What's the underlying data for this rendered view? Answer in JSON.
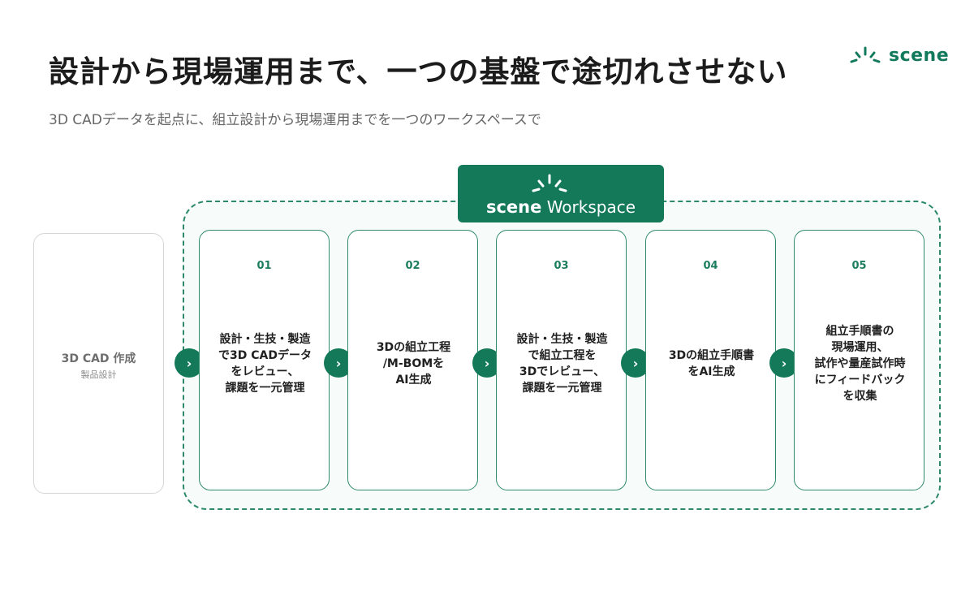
{
  "header": {
    "title": "設計から現場運用まで、一つの基盤で途切れさせない",
    "subtitle": "3D CADデータを起点に、組立設計から現場運用までを一つのワークスペースで"
  },
  "logo": {
    "text": "scene"
  },
  "workspace": {
    "brand": "scene",
    "label": " Workspace"
  },
  "source": {
    "title": "3D CAD 作成",
    "subtitle": "製品設計"
  },
  "steps": [
    {
      "num": "01",
      "text": "設計・生技・製造\nで3D CADデータ\nをレビュー、\n課題を一元管理"
    },
    {
      "num": "02",
      "text": "3Dの組立工程\n/M-BOMを\nAI生成"
    },
    {
      "num": "03",
      "text": "設計・生技・製造\nで組立工程を\n3Dでレビュー、\n課題を一元管理"
    },
    {
      "num": "04",
      "text": "3Dの組立手順書\nをAI生成"
    },
    {
      "num": "05",
      "text": "組立手順書の\n現場運用、\n試作や量産試作時\nにフィードバック\nを収集"
    }
  ],
  "arrow_glyph": "›",
  "colors": {
    "brand_green": "#137958",
    "border_green": "#2e8a68",
    "gray_border": "#d6d6d6"
  }
}
